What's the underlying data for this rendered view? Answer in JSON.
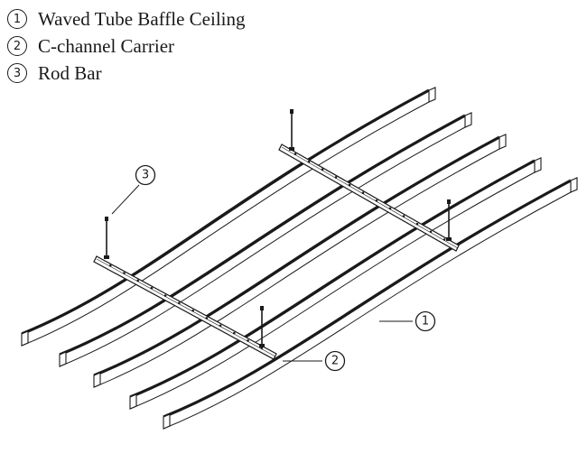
{
  "legend": [
    {
      "number": "1",
      "label": "Waved Tube Baffle Ceiling"
    },
    {
      "number": "2",
      "label": "C-channel Carrier"
    },
    {
      "number": "3",
      "label": "Rod Bar"
    }
  ],
  "callouts": {
    "baffle": "1",
    "carrier": "2",
    "rod": "3"
  },
  "colors": {
    "ink": "#1a1a1a",
    "background": "#ffffff"
  }
}
